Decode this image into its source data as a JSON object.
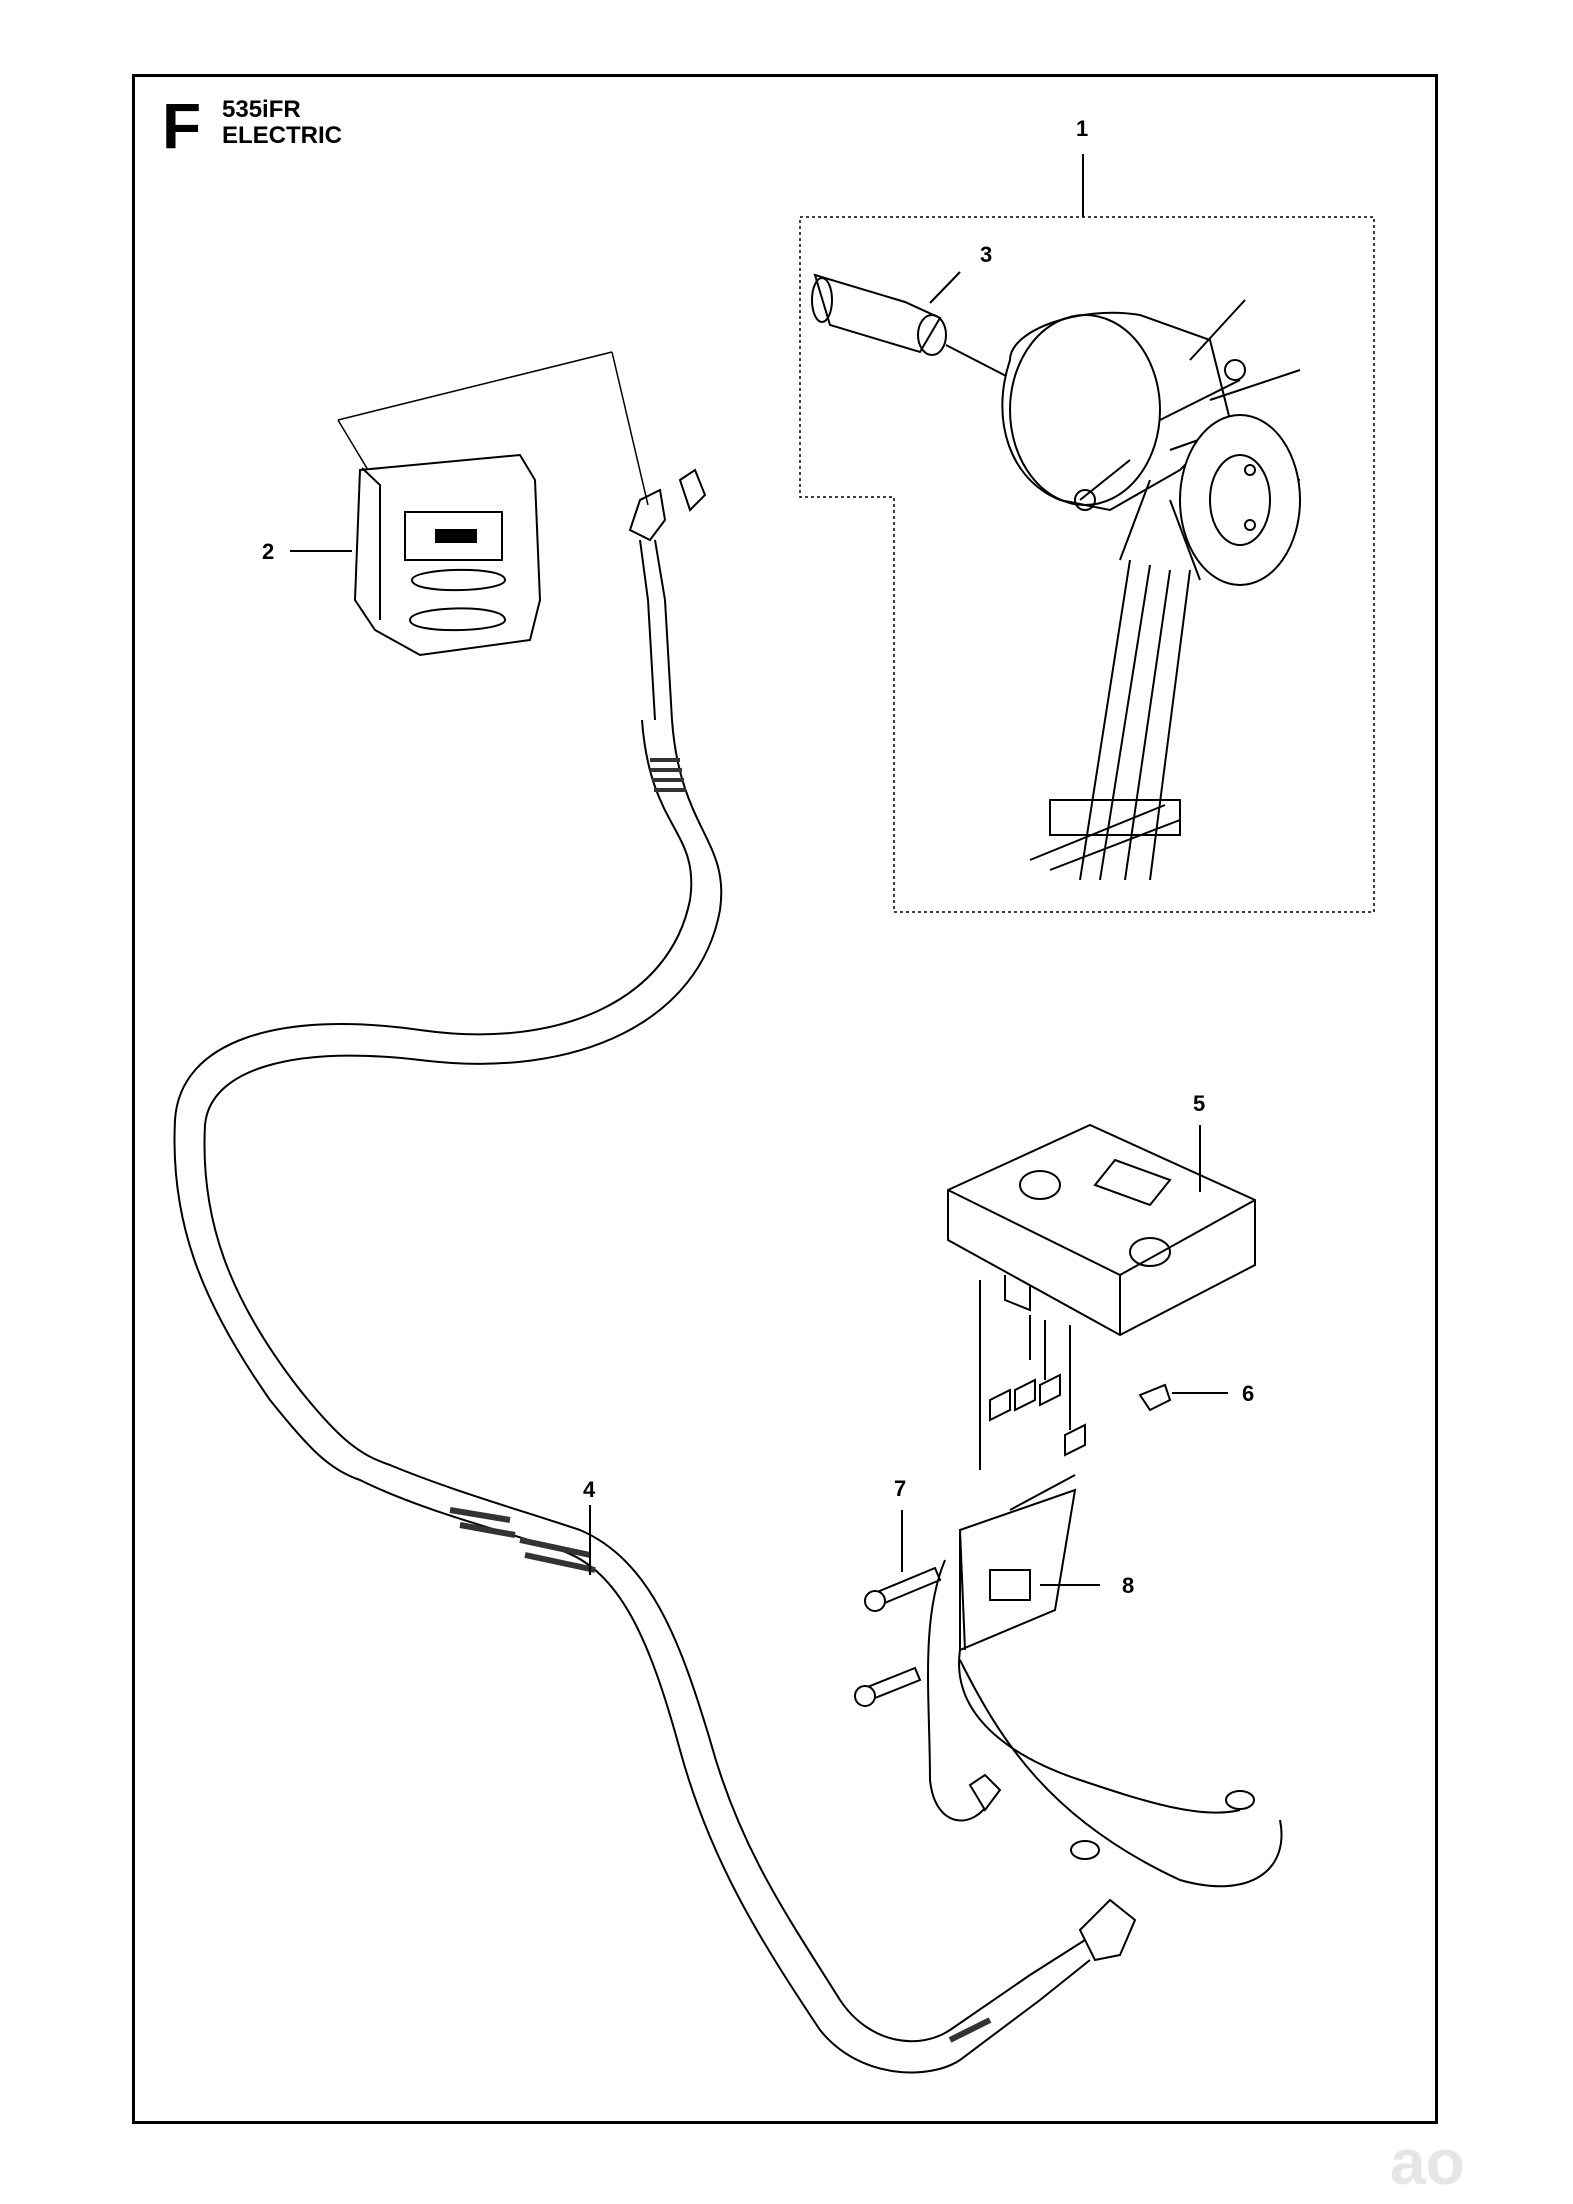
{
  "header": {
    "section_letter": "F",
    "model": "535iFR",
    "section_name": "ELECTRIC"
  },
  "callouts": [
    {
      "id": "1",
      "label": "1"
    },
    {
      "id": "2",
      "label": "2"
    },
    {
      "id": "3",
      "label": "3"
    },
    {
      "id": "4",
      "label": "4"
    },
    {
      "id": "5",
      "label": "5"
    },
    {
      "id": "6",
      "label": "6"
    },
    {
      "id": "7",
      "label": "7"
    },
    {
      "id": "8",
      "label": "8"
    }
  ],
  "watermark": "ao"
}
